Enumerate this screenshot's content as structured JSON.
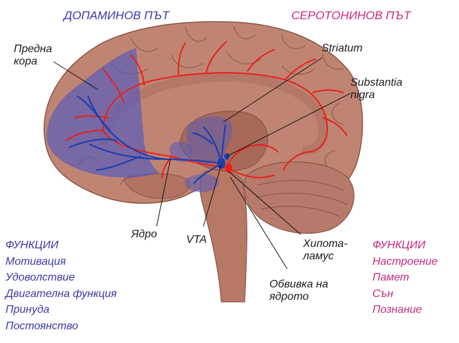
{
  "titles": {
    "dopamine": "ДОПАМИНОВ ПЪТ",
    "serotonin": "СЕРОТОНИНОВ ПЪТ"
  },
  "labels": {
    "prefrontal_line1": "Предна",
    "prefrontal_line2": "кора",
    "striatum": "Striatum",
    "substantia_line1": "Substantia",
    "substantia_line2": "nigra",
    "nucleus": "Ядро",
    "vta": "VTA",
    "hypothalamus_line1": "Хипота-",
    "hypothalamus_line2": "ламус",
    "shell_line1": "Обвивка на",
    "shell_line2": "ядрото"
  },
  "dopamine_functions": {
    "heading": "ФУНКЦИИ",
    "items": [
      "Мотивация",
      "Удоволствие",
      "Двигателна функция",
      "Принуда",
      "Постоянство"
    ]
  },
  "serotonin_functions": {
    "heading": "ФУНКЦИИ",
    "items": [
      "Настроение",
      "Памет",
      "Сън",
      "Познание"
    ]
  },
  "colors": {
    "dopamine": "#3b37a6",
    "serotonin": "#c8287e",
    "brain": "#c08572",
    "pathway_red": "#e8201c",
    "pathway_blue": "#1e3fb0"
  }
}
